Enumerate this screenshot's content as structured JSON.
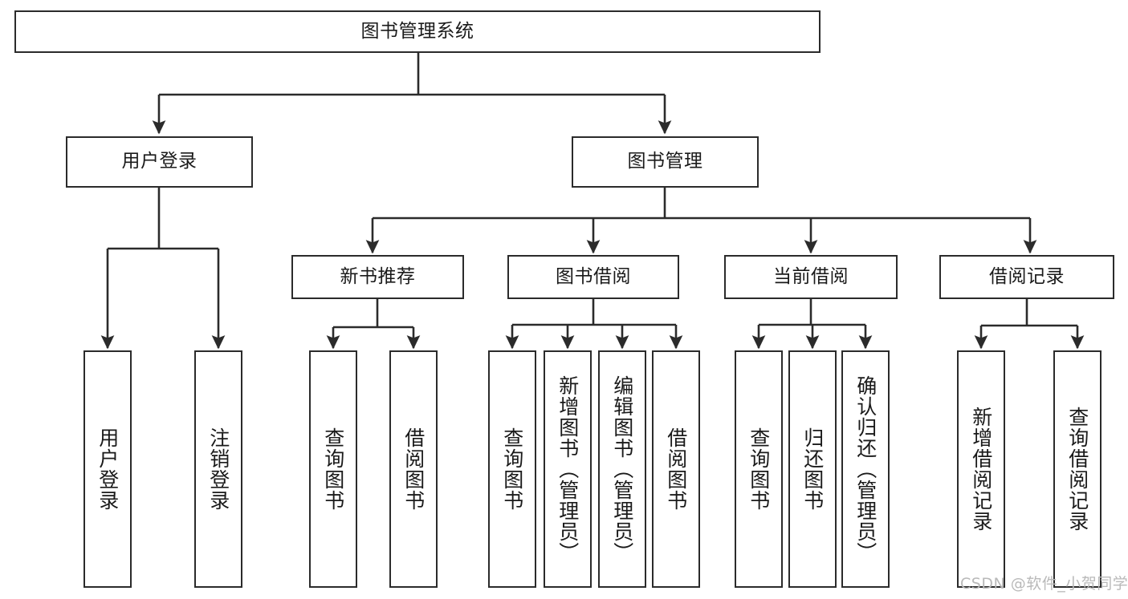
{
  "diagram": {
    "title": "图书管理系统",
    "type": "tree-hierarchy-diagram",
    "root": {
      "label": "图书管理系统"
    },
    "level2": [
      {
        "label": "用户登录"
      },
      {
        "label": "图书管理"
      }
    ],
    "level3": [
      {
        "label": "新书推荐"
      },
      {
        "label": "图书借阅"
      },
      {
        "label": "当前借阅"
      },
      {
        "label": "借阅记录"
      }
    ],
    "leaves": {
      "user_login": [
        {
          "label": "用户登录"
        },
        {
          "label": "注销登录"
        }
      ],
      "new_book_recommend": [
        {
          "label": "查询图书"
        },
        {
          "label": "借阅图书"
        }
      ],
      "book_borrow": [
        {
          "label": "查询图书"
        },
        {
          "label": "新增图书（管理员）"
        },
        {
          "label": "编辑图书（管理员）"
        },
        {
          "label": "借阅图书"
        }
      ],
      "current_borrow": [
        {
          "label": "查询图书"
        },
        {
          "label": "归还图书"
        },
        {
          "label": "确认归还（管理员）"
        }
      ],
      "borrow_record": [
        {
          "label": "新增借阅记录"
        },
        {
          "label": "查询借阅记录"
        }
      ]
    }
  },
  "watermark": {
    "text": "CSDN @软件_小贺同学"
  },
  "colors": {
    "stroke": "#2b2b2b",
    "text": "#1a1a1a",
    "background": "#ffffff",
    "watermark": "#b9b9b9"
  }
}
